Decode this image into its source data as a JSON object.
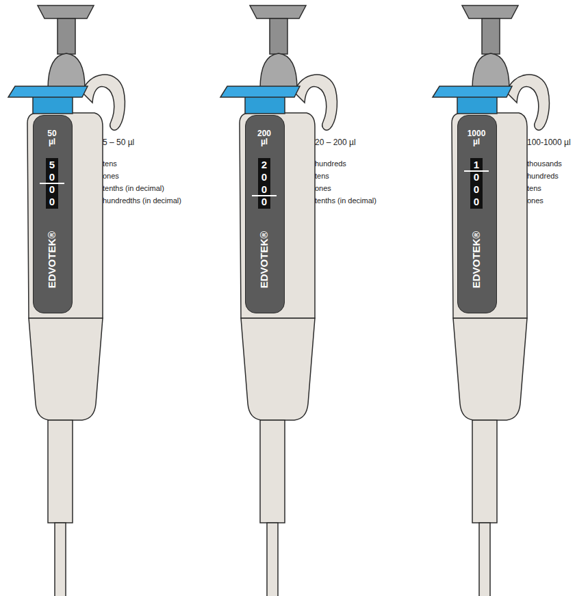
{
  "diagram": {
    "nodes": [
      {
        "text": [
          "50 µl",
          "5",
          "0",
          "0",
          "0",
          "EDVOTEK®"
        ]
      },
      {
        "text": [
          "200 µl",
          "2",
          "0",
          "0",
          "0",
          "EDVOTEK®"
        ]
      },
      {
        "text": [
          "1000 µl",
          "1",
          "0",
          "0",
          "0",
          "EDVOTEK®"
        ]
      }
    ],
    "labels": [
      "5 – 50 µl",
      "tens",
      "ones",
      "tenths (in decimal)",
      "hundredths (in decimal)",
      "20 – 200 µl",
      "hundreds",
      "tens",
      "ones",
      "tenths (in decimal)",
      "100-1000 µl",
      "thousands",
      "hundreds",
      "tens",
      "ones"
    ]
  }
}
